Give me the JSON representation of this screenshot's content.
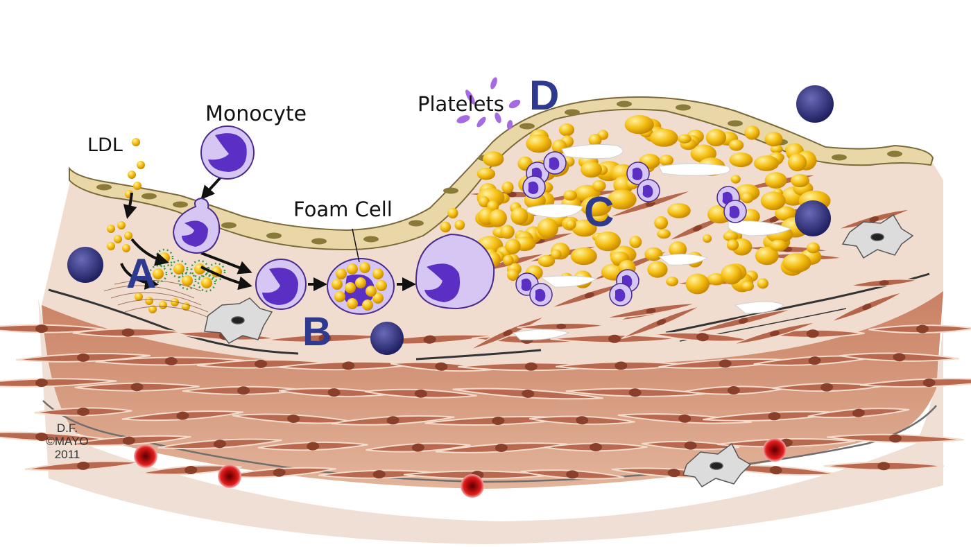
{
  "labels": {
    "ldl": "LDL",
    "monocyte": "Monocyte",
    "foam_cell": "Foam Cell",
    "platelets": "Platelets"
  },
  "markers": {
    "a": "A",
    "b": "B",
    "c": "C",
    "d": "D"
  },
  "credit": {
    "line1": "D.F.",
    "line2": "©MAYO",
    "line3": "2011"
  },
  "colors": {
    "intima": "#f0ddd0",
    "media": "#d39a7a",
    "smooth_muscle": "#b5674d",
    "endothelium": "#e9d7a8",
    "lipid": "#f2b70c",
    "monocyte": "#c9b6f0",
    "nucleus": "#5b2fc4",
    "platelet": "#a66be0",
    "lymphocyte": "#2f2f80",
    "red_cell": "#c01818",
    "marker_text": "#2e3a8f"
  },
  "icons": [
    "arrow-icon",
    "ldl-particle-icon",
    "monocyte-icon",
    "foam-cell-icon",
    "platelet-icon",
    "lymphocyte-icon",
    "red-blood-cell-icon",
    "fibroblast-icon",
    "cholesterol-crystal-icon"
  ]
}
